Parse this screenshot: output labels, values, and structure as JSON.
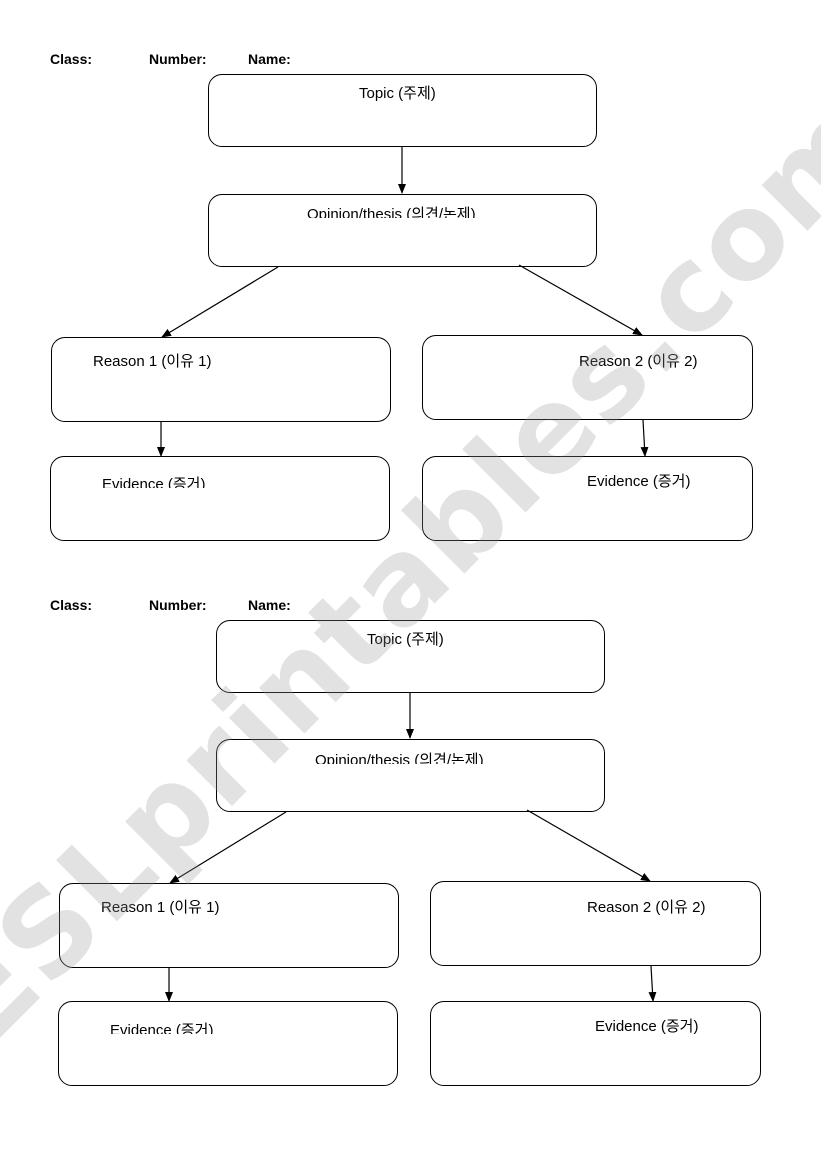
{
  "header": {
    "class_label": "Class:",
    "number_label": "Number:",
    "name_label": "Name:"
  },
  "boxes": {
    "topic": "Topic (주제)",
    "opinion": "Opinion/thesis (의견/논제)",
    "reason1": "Reason 1 (이유 1)",
    "reason2": "Reason 2 (이유 2)",
    "evidence1": "Evidence (증거)",
    "evidence2": "Evidence (증거)"
  },
  "watermark": "ESLprintables.com"
}
